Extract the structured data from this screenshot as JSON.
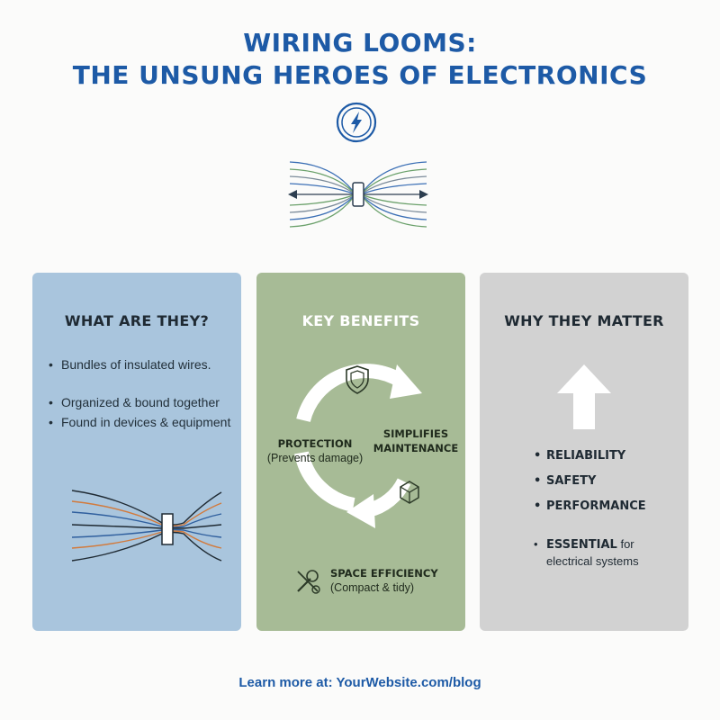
{
  "header": {
    "title_line1": "WIRING LOOMS:",
    "title_line2": "THE UNSUNG HEROES OF ELECTRONICS"
  },
  "colors": {
    "brand_blue": "#1d5aa6",
    "card_blue": "#a9c5dd",
    "card_green": "#a7bb96",
    "card_gray": "#d2d2d2"
  },
  "cards": {
    "what": {
      "title": "WHAT ARE THEY?",
      "items": [
        "Bundles of insulated wires.",
        "Organized & bound together",
        "Found in devices & equipment"
      ]
    },
    "benefits": {
      "title": "KEY BENEFITS",
      "protection": "PROTECTION",
      "protection_sub": "(Prevents damage)",
      "maintenance_line1": "SIMPLIFIES",
      "maintenance_line2": "MAINTENANCE",
      "space": "SPACE EFFICIENCY",
      "space_sub": "(Compact & tidy)",
      "icons": [
        "shield-icon",
        "box-icon",
        "tools-icon"
      ]
    },
    "why": {
      "title": "WHY THEY MATTER",
      "items": [
        "RELIABILITY",
        "SAFETY",
        "PERFORMANCE"
      ],
      "essential_strong": "ESSENTIAL",
      "essential_rest": " for",
      "essential_line2": "electrical systems"
    }
  },
  "footer": {
    "text": "Learn more at: YourWebsite.com/blog"
  }
}
